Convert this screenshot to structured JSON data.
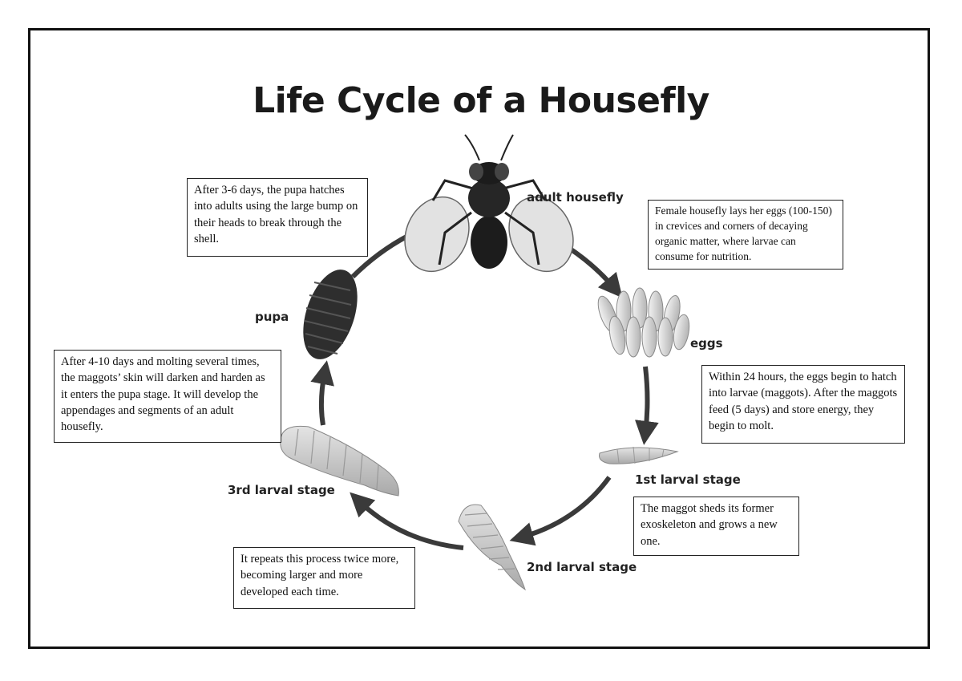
{
  "title": "Life Cycle of a Housefly",
  "stages": {
    "adult": "adult housefly",
    "eggs": "eggs",
    "first_larval": "1st larval stage",
    "second_larval": "2nd larval stage",
    "third_larval": "3rd larval stage",
    "pupa": "pupa"
  },
  "notes": {
    "pupa_hatch": "After 3-6 days, the pupa hatches into adults using the large bump on their heads to break through the shell.",
    "eggs_laid": "Female housefly lays her eggs (100-150) in crevices and corners of decaying organic matter, where larvae can consume for nutrition.",
    "hatching": "Within 24 hours, the eggs begin to hatch into larvae (maggots). After the maggots feed (5 days) and store energy, they begin to molt.",
    "molting": "After 4-10 days and molting several times, the maggots’ skin will darken and harden as it enters the pupa stage. It will develop the appendages and segments of an adult housefly.",
    "shedding": "The maggot sheds its former exoskeleton and grows a new one.",
    "repeats": "It repeats this process twice more, becoming larger and more developed each time."
  }
}
